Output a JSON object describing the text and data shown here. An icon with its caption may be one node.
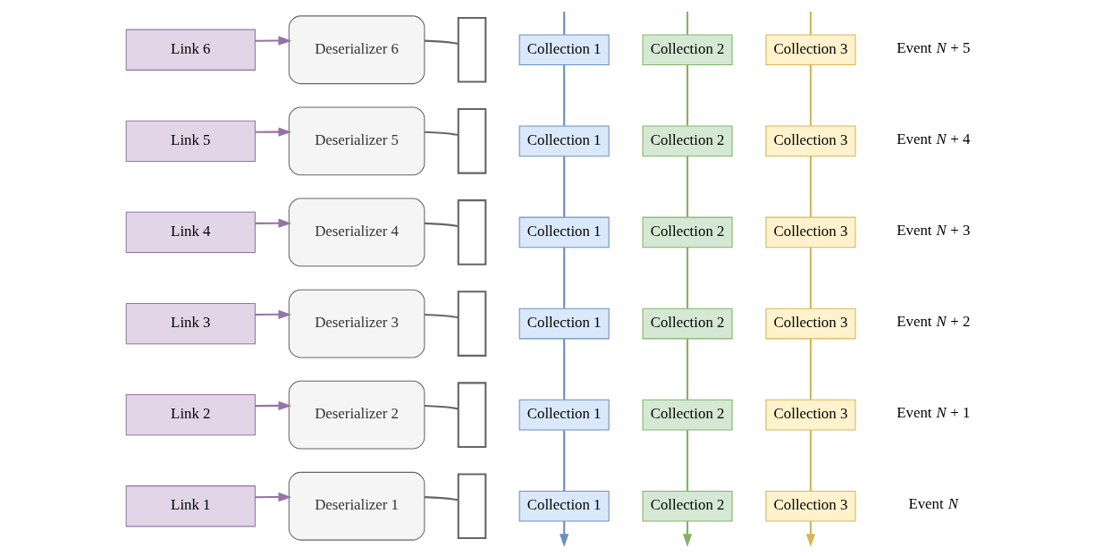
{
  "diagram": {
    "nodes": [
      {
        "text": [
          "Link 1"
        ]
      },
      {
        "text": [
          "Link 2"
        ]
      },
      {
        "text": [
          "Link 3"
        ]
      },
      {
        "text": [
          "Link 4"
        ]
      },
      {
        "text": [
          "Link 5"
        ]
      },
      {
        "text": [
          "Link 6"
        ]
      },
      {
        "text": [
          "Deserializer 1"
        ]
      },
      {
        "text": [
          "Deserializer 2"
        ]
      },
      {
        "text": [
          "Deserializer 3"
        ]
      },
      {
        "text": [
          "Deserializer 4"
        ]
      },
      {
        "text": [
          "Deserializer 5"
        ]
      },
      {
        "text": [
          "Deserializer 6"
        ]
      },
      {
        "text": [],
        "shape": "bracket"
      },
      {
        "text": [],
        "shape": "bracket"
      },
      {
        "text": [],
        "shape": "bracket"
      },
      {
        "text": [],
        "shape": "bracket"
      },
      {
        "text": [],
        "shape": "bracket"
      },
      {
        "text": [],
        "shape": "bracket"
      },
      {
        "text": [
          "Collection 1"
        ]
      },
      {
        "text": [
          "Collection 2"
        ]
      },
      {
        "text": [
          "Collection 3"
        ]
      },
      {
        "text": [
          "Collection 1"
        ]
      },
      {
        "text": [
          "Collection 2"
        ]
      },
      {
        "text": [
          "Collection 3"
        ]
      },
      {
        "text": [
          "Collection 1"
        ]
      },
      {
        "text": [
          "Collection 2"
        ]
      },
      {
        "text": [
          "Collection 3"
        ]
      },
      {
        "text": [
          "Collection 1"
        ]
      },
      {
        "text": [
          "Collection 2"
        ]
      },
      {
        "text": [
          "Collection 3"
        ]
      },
      {
        "text": [
          "Collection 1"
        ]
      },
      {
        "text": [
          "Collection 2"
        ]
      },
      {
        "text": [
          "Collection 3"
        ]
      },
      {
        "text": [
          "Collection 1"
        ]
      },
      {
        "text": [
          "Collection 2"
        ]
      },
      {
        "text": [
          "Collection 3"
        ]
      }
    ],
    "edges": [
      {
        "from": 0,
        "to": 6,
        "arrow": "to",
        "color": "#9673a6"
      },
      {
        "from": 1,
        "to": 7,
        "arrow": "to",
        "color": "#9673a6"
      },
      {
        "from": 2,
        "to": 8,
        "arrow": "to",
        "color": "#9673a6"
      },
      {
        "from": 3,
        "to": 9,
        "arrow": "to",
        "color": "#9673a6"
      },
      {
        "from": 4,
        "to": 10,
        "arrow": "to",
        "color": "#9673a6"
      },
      {
        "from": 5,
        "to": 11,
        "arrow": "to",
        "color": "#9673a6"
      },
      {
        "from": 6,
        "to": 17,
        "arrow": "none",
        "color": "#666666"
      },
      {
        "from": 7,
        "to": 16,
        "arrow": "none",
        "color": "#666666"
      },
      {
        "from": 8,
        "to": 15,
        "arrow": "none",
        "color": "#666666"
      },
      {
        "from": 9,
        "to": 14,
        "arrow": "none",
        "color": "#666666"
      },
      {
        "from": 10,
        "to": 13,
        "arrow": "none",
        "color": "#666666"
      },
      {
        "from": 11,
        "to": 12,
        "arrow": "none",
        "color": "#666666"
      },
      {
        "from": null,
        "to": 18,
        "arrow": "none",
        "color": "#6c8ebf"
      },
      {
        "from": 18,
        "to": 21,
        "arrow": "none",
        "color": "#6c8ebf"
      },
      {
        "from": 21,
        "to": 24,
        "arrow": "none",
        "color": "#6c8ebf"
      },
      {
        "from": 24,
        "to": 27,
        "arrow": "none",
        "color": "#6c8ebf"
      },
      {
        "from": 27,
        "to": 30,
        "arrow": "none",
        "color": "#6c8ebf"
      },
      {
        "from": 30,
        "to": 33,
        "arrow": "none",
        "color": "#6c8ebf"
      },
      {
        "from": 33,
        "to": null,
        "arrow": "to",
        "color": "#6c8ebf"
      },
      {
        "from": null,
        "to": 19,
        "arrow": "none",
        "color": "#82b366"
      },
      {
        "from": 19,
        "to": 22,
        "arrow": "none",
        "color": "#82b366"
      },
      {
        "from": 22,
        "to": 25,
        "arrow": "none",
        "color": "#82b366"
      },
      {
        "from": 25,
        "to": 28,
        "arrow": "none",
        "color": "#82b366"
      },
      {
        "from": 28,
        "to": 31,
        "arrow": "none",
        "color": "#82b366"
      },
      {
        "from": 31,
        "to": 34,
        "arrow": "none",
        "color": "#82b366"
      },
      {
        "from": 34,
        "to": null,
        "arrow": "to",
        "color": "#82b366"
      },
      {
        "from": null,
        "to": 20,
        "arrow": "none",
        "color": "#d6b656"
      },
      {
        "from": 20,
        "to": 23,
        "arrow": "none",
        "color": "#d6b656"
      },
      {
        "from": 23,
        "to": 26,
        "arrow": "none",
        "color": "#d6b656"
      },
      {
        "from": 26,
        "to": 29,
        "arrow": "none",
        "color": "#d6b656"
      },
      {
        "from": 29,
        "to": 32,
        "arrow": "none",
        "color": "#d6b656"
      },
      {
        "from": 32,
        "to": 35,
        "arrow": "none",
        "color": "#d6b656"
      },
      {
        "from": 35,
        "to": null,
        "arrow": "to",
        "color": "#d6b656"
      }
    ],
    "labels": [
      "Event *N* + 5",
      "Event *N* + 4",
      "Event *N* + 3",
      "Event *N* + 2",
      "Event *N* + 1",
      "Event *N*"
    ]
  }
}
